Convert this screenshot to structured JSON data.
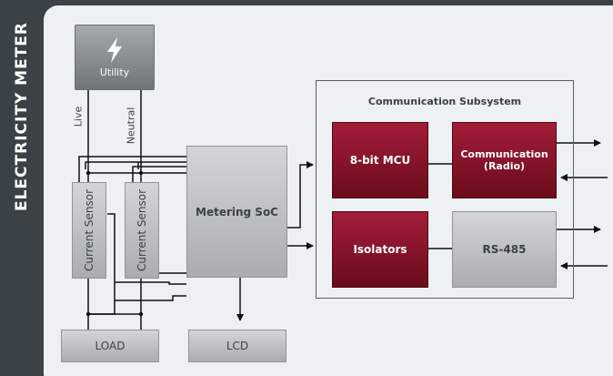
{
  "title": "ELECTRICITY METER",
  "utility": {
    "label": "Utility",
    "icon": "lightning-bolt-icon"
  },
  "wires": {
    "live": "Live",
    "neutral": "Neutral"
  },
  "sensors": [
    "Current Sensor",
    "Current Sensor"
  ],
  "metering_soc": "Metering SoC",
  "load": "LOAD",
  "lcd": "LCD",
  "comm": {
    "title": "Communication Subsystem",
    "mcu": "8-bit MCU",
    "radio_line1": "Communication",
    "radio_line2": "(Radio)",
    "isolators": "Isolators",
    "rs485": "RS-485"
  },
  "colors": {
    "accent_red": "#8a1129",
    "block_gray": "#bfc2c5",
    "background": "#eef1f3",
    "band": "#3a4147"
  }
}
